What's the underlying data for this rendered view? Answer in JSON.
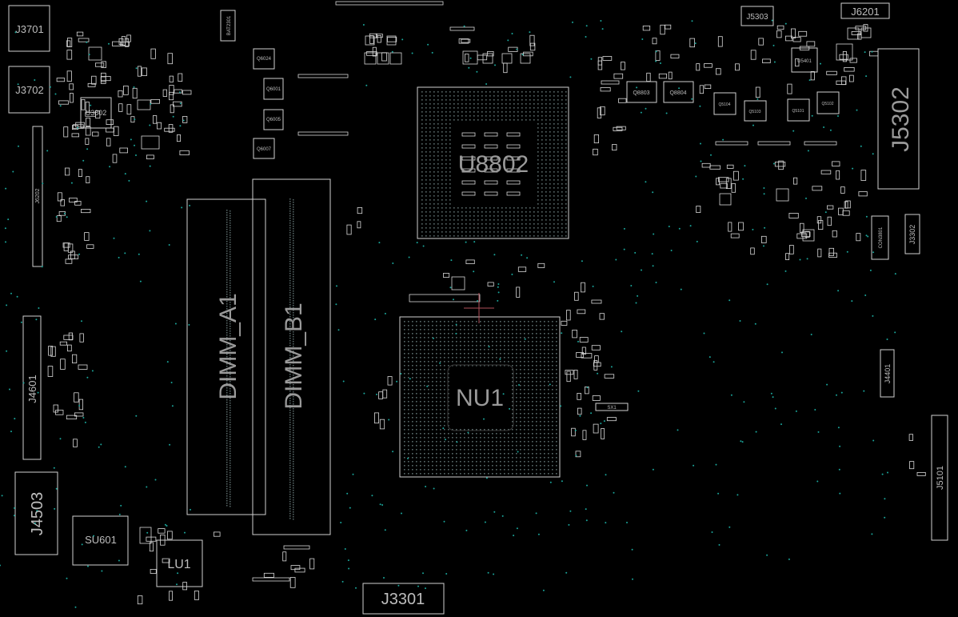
{
  "view": {
    "background": "#000000",
    "outline_color": "#cfcfcf",
    "via_color": "#1aa59a",
    "label_color": "#bdbdbd",
    "cursor_color": "#b0505a"
  },
  "connectors": {
    "j3701": "J3701",
    "j3702": "J3702",
    "j6202": "J6202",
    "j4601": "J4601",
    "j4503": "J4503",
    "j3301": "J3301",
    "j5303": "J5303",
    "j6201": "J6201",
    "j5302": "J5302",
    "j3302": "J3302",
    "con3801": "CON3801",
    "j4401": "J4401",
    "j5101": "J5101"
  },
  "chips": {
    "u3802": "U3802",
    "u8802": "U8802",
    "nu1": "NU1",
    "su601": "SU601",
    "lu1": "LU1",
    "u5401": "U5401",
    "bat2301": "BAT2301",
    "sx1": "SX1"
  },
  "transistors": {
    "q8803": "Q8803",
    "q8804": "Q8804",
    "q6024": "Q6024",
    "q6001": "Q6001",
    "q6005": "Q6005",
    "q6007": "Q6007",
    "q5104": "Q5104",
    "q5103": "Q5103",
    "q5101": "Q5101",
    "q5102": "Q5102"
  },
  "memory": {
    "dimm_a": "DIMM_A1",
    "dimm_b": "DIMM_B1"
  }
}
